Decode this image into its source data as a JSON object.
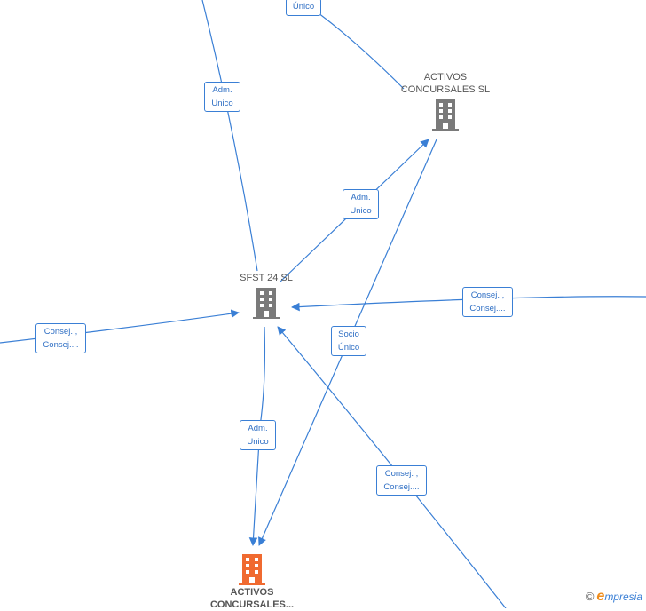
{
  "colors": {
    "edge": "#3a7fd5",
    "company_icon": "#7a7a7a",
    "focus_icon": "#f06a30",
    "label_text": "#2f6fc4"
  },
  "nodes": {
    "sfst": {
      "name": "SFST 24  SL",
      "icon": "building-icon"
    },
    "activos_top": {
      "name": "ACTIVOS\nCONCURSALES SL",
      "icon": "building-icon"
    },
    "activos_focus": {
      "name": "ACTIVOS\nCONCURSALES...",
      "icon": "building-icon"
    }
  },
  "edge_labels": {
    "top_unico": {
      "line1": "Único",
      "line2": ""
    },
    "adm_unico_top": {
      "line1": "Adm.",
      "line2": "Unico"
    },
    "adm_unico_mid": {
      "line1": "Adm.",
      "line2": "Unico"
    },
    "consej_right": {
      "line1": "Consej. ,",
      "line2": "Consej...."
    },
    "consej_left": {
      "line1": "Consej. ,",
      "line2": "Consej...."
    },
    "socio_unico": {
      "line1": "Socio",
      "line2": "Único"
    },
    "adm_unico_bottom": {
      "line1": "Adm.",
      "line2": "Unico"
    },
    "consej_bottom": {
      "line1": "Consej. ,",
      "line2": "Consej...."
    }
  },
  "watermark": {
    "copyright": "©",
    "brand_initial": "e",
    "brand_rest": "mpresia"
  }
}
